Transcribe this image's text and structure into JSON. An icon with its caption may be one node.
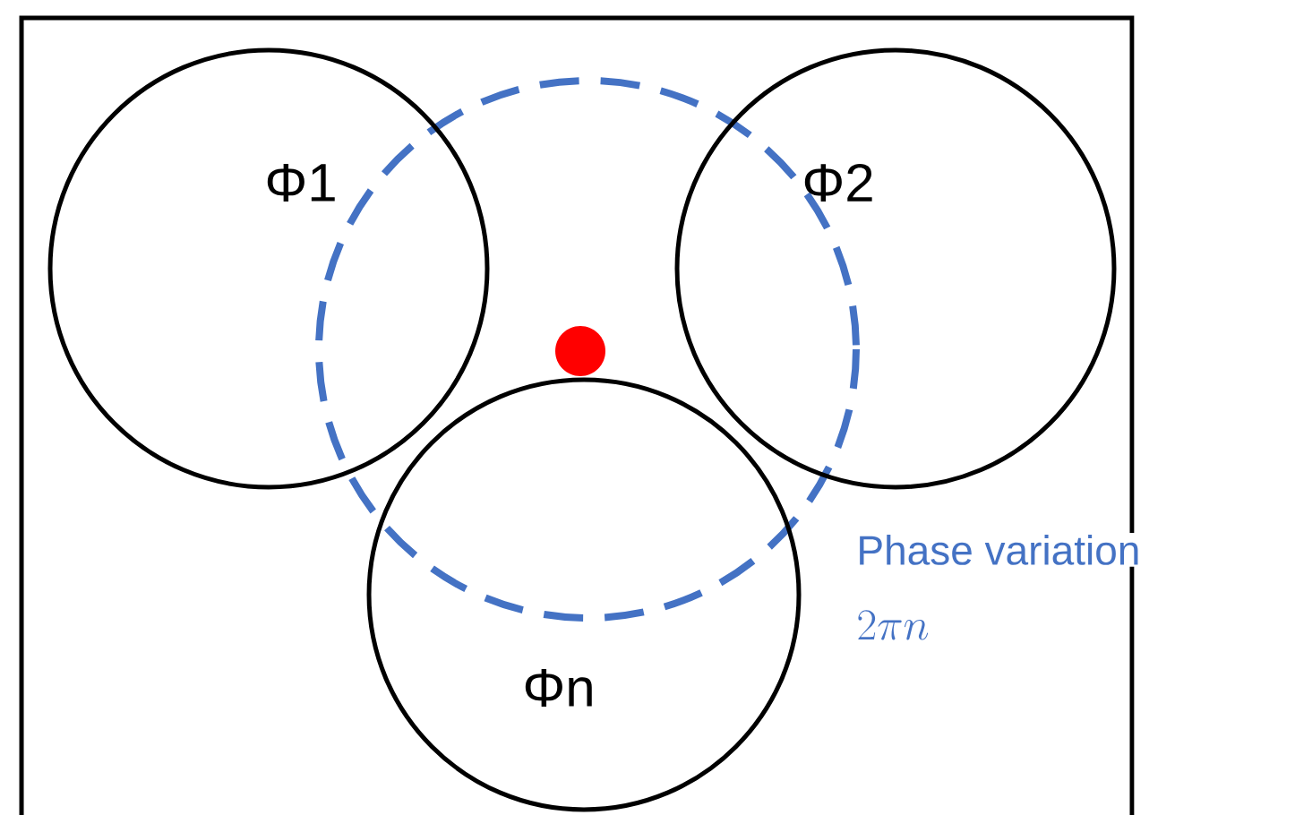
{
  "diagram": {
    "nodes": [
      {
        "text": [
          "Φ1"
        ]
      },
      {
        "text": [
          "Φ2"
        ]
      },
      {
        "text": [
          "Φn"
        ]
      }
    ],
    "labels": [
      "Phase variation",
      "2\\pi n"
    ]
  }
}
